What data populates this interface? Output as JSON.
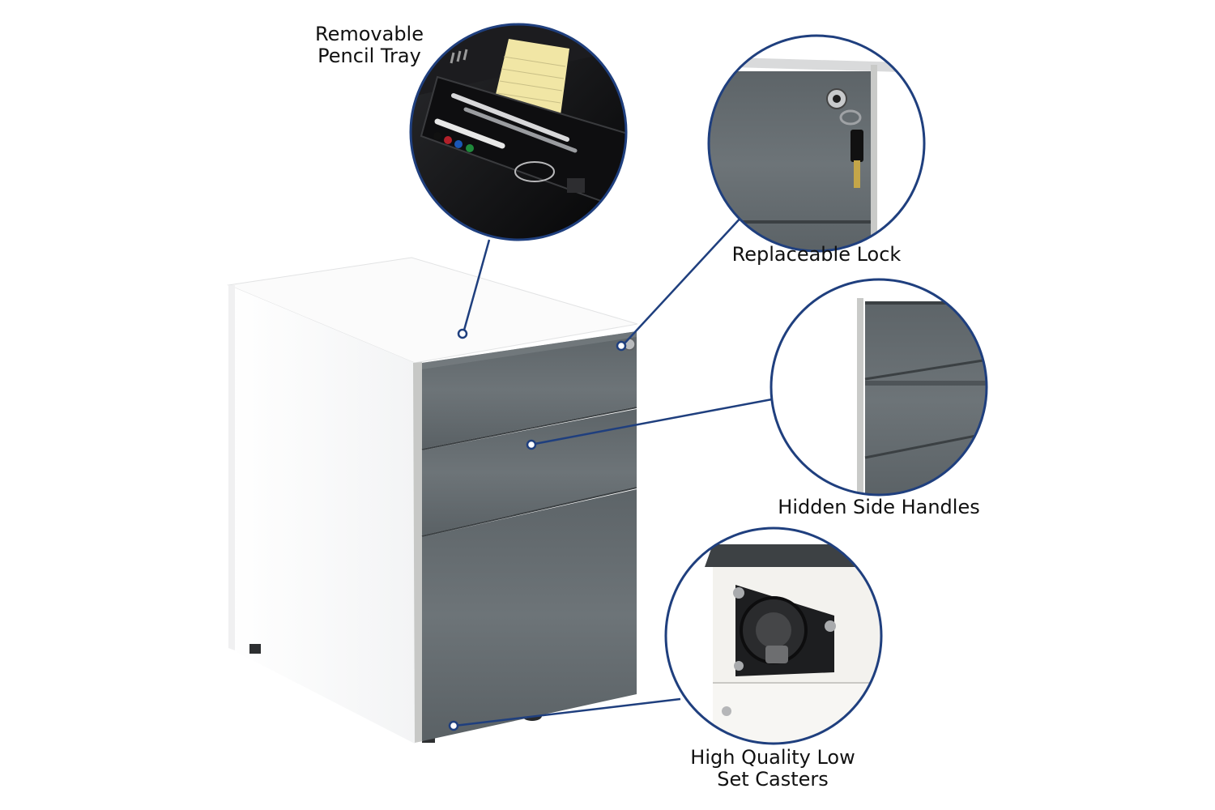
{
  "colors": {
    "callout_ring": "#1f3f7e",
    "leader_line": "#1f3f7e",
    "cabinet_body": "#ffffff",
    "drawer_front": "#6b7276",
    "drawer_dark": "#4a5054",
    "tray_black": "#101012"
  },
  "callouts": [
    {
      "id": "pencil-tray",
      "lines": [
        "Removable",
        "Pencil Tray"
      ],
      "icon": "pencil-tray-closeup"
    },
    {
      "id": "lock",
      "lines": [
        "Replaceable Lock"
      ],
      "icon": "lock-key-closeup"
    },
    {
      "id": "side-handles",
      "lines": [
        "Hidden Side Handles"
      ],
      "icon": "side-handle-closeup"
    },
    {
      "id": "casters",
      "lines": [
        "High Quality Low",
        "Set Casters"
      ],
      "icon": "caster-closeup"
    }
  ]
}
